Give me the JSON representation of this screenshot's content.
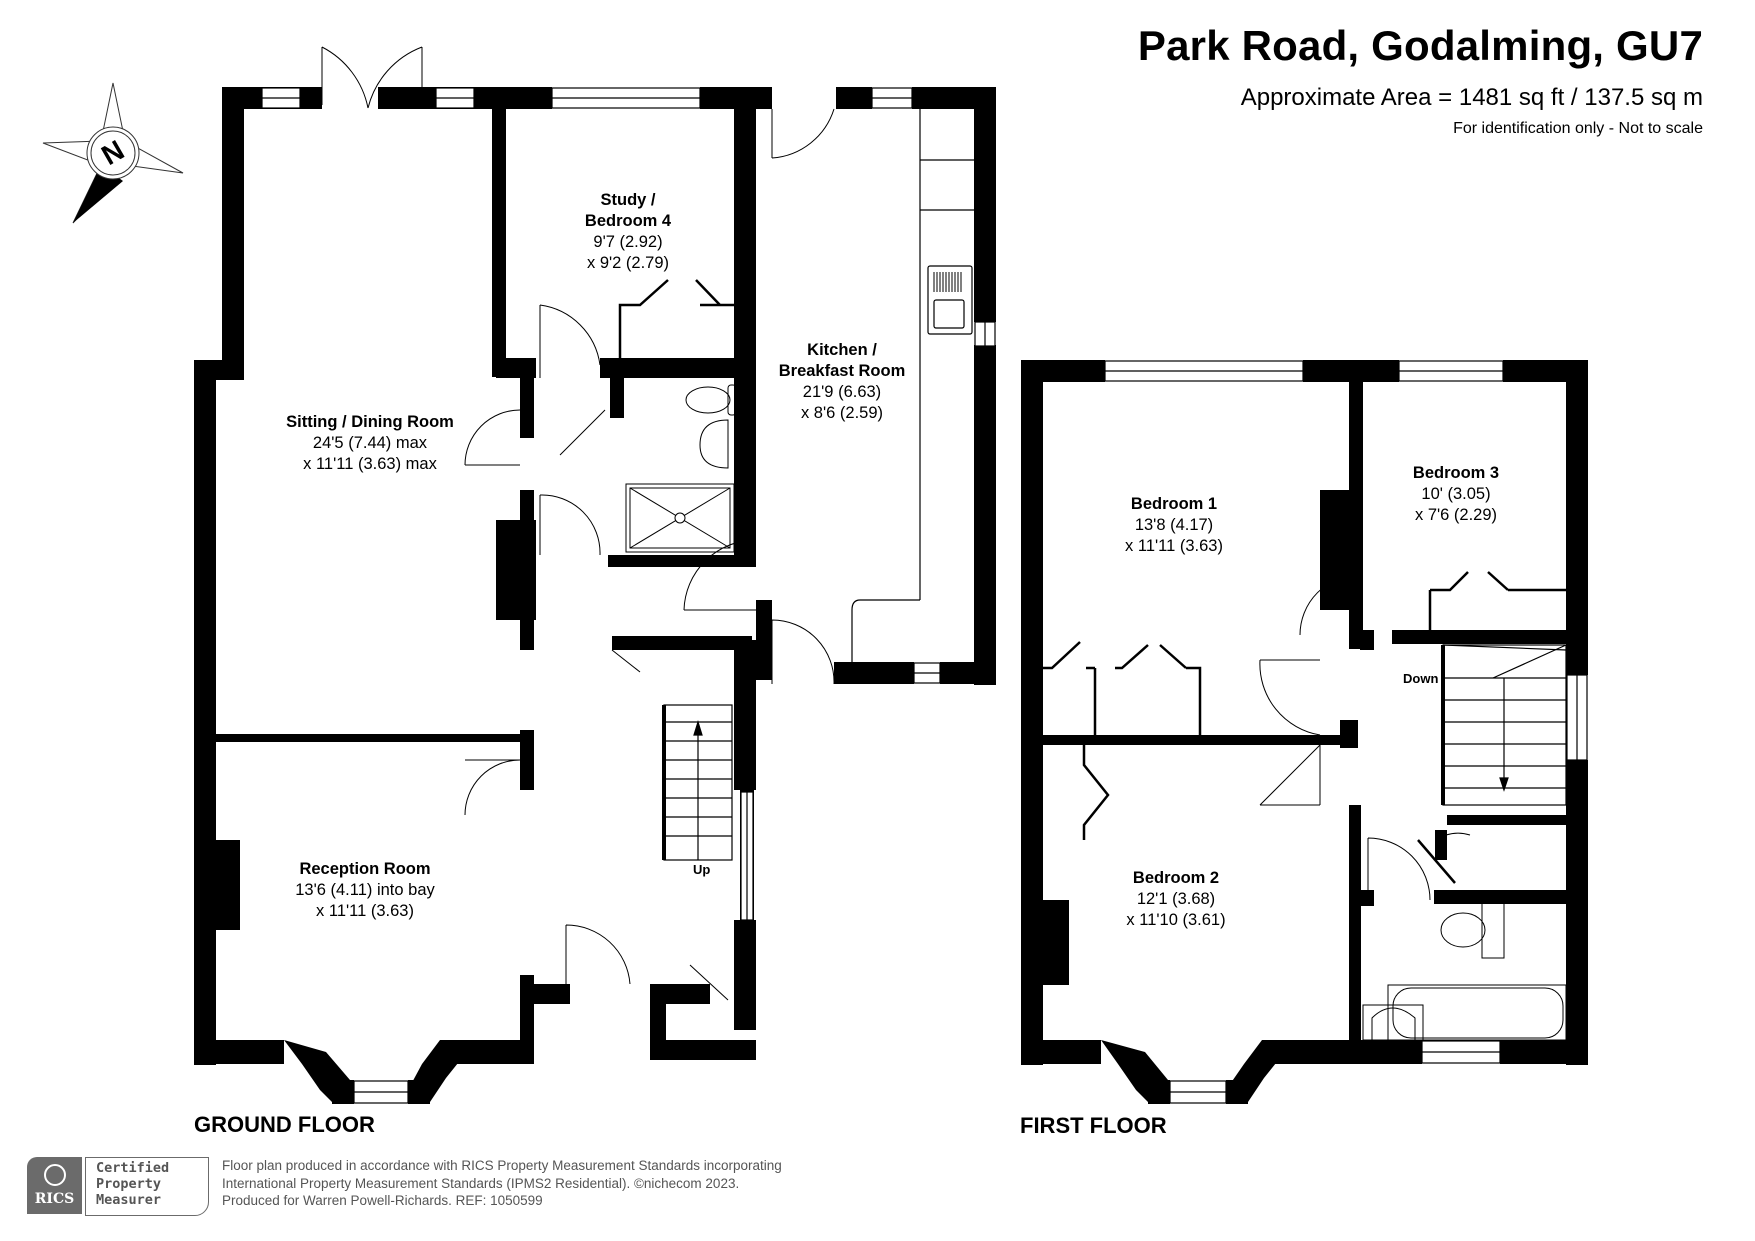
{
  "header": {
    "title": "Park Road, Godalming, GU7",
    "area": "Approximate Area = 1481 sq ft / 137.5 sq m",
    "disclaimer": "For identification only - Not to scale"
  },
  "compass": {
    "icon": "north-arrow-icon",
    "label": "N"
  },
  "ground_floor": {
    "label": "GROUND FLOOR",
    "rooms": [
      {
        "name": "Sitting / Dining Room",
        "dim1": "24'5 (7.44) max",
        "dim2": "x 11'11 (3.63) max"
      },
      {
        "name": "Study /",
        "name2": "Bedroom 4",
        "dim1": "9'7 (2.92)",
        "dim2": "x 9'2 (2.79)"
      },
      {
        "name": "Kitchen /",
        "name2": "Breakfast Room",
        "dim1": "21'9 (6.63)",
        "dim2": "x 8'6 (2.59)"
      },
      {
        "name": "Reception Room",
        "dim1": "13'6 (4.11) into bay",
        "dim2": "x 11'11 (3.63)"
      }
    ],
    "stairs_label": "Up"
  },
  "first_floor": {
    "label": "FIRST FLOOR",
    "rooms": [
      {
        "name": "Bedroom 1",
        "dim1": "13'8 (4.17)",
        "dim2": "x 11'11 (3.63)"
      },
      {
        "name": "Bedroom 3",
        "dim1": "10' (3.05)",
        "dim2": "x 7'6 (2.29)"
      },
      {
        "name": "Bedroom 2",
        "dim1": "12'1 (3.68)",
        "dim2": "x 11'10 (3.61)"
      }
    ],
    "stairs_label": "Down"
  },
  "footer": {
    "badge_org": "RICS",
    "badge_lines": [
      "Certified",
      "Property",
      "Measurer"
    ],
    "lines": [
      "Floor plan produced in accordance with RICS Property Measurement Standards incorporating",
      "International Property Measurement Standards (IPMS2 Residential).   ©nichecom 2023.",
      "Produced for Warren Powell-Richards.   REF:  1050599"
    ]
  }
}
